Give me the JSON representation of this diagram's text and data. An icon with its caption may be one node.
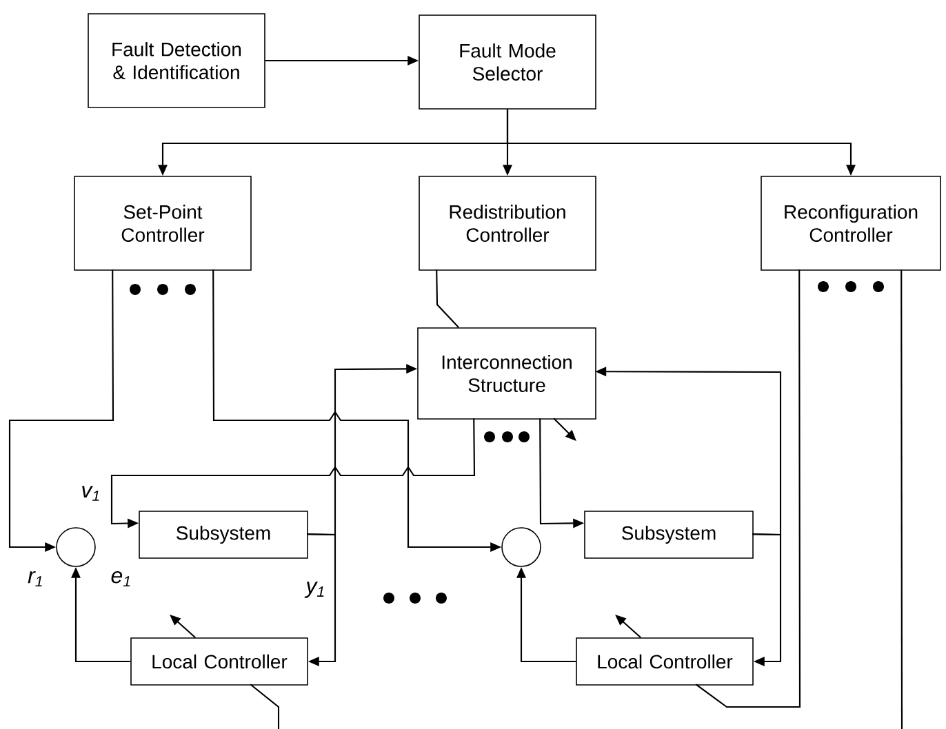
{
  "diagram": {
    "nodes": [
      {
        "text": [
          "Fault Detection & Identification"
        ]
      },
      {
        "text": [
          "Fault Mode Selector"
        ]
      },
      {
        "text": [
          "Set-Point Controller"
        ]
      },
      {
        "text": [
          "Redistribution Controller"
        ]
      },
      {
        "text": [
          "Reconfiguration Controller"
        ]
      },
      {
        "text": [
          "Interconnection Structure"
        ]
      },
      {
        "text": [],
        "shape": "circle"
      },
      {
        "text": [
          "Subsystem"
        ]
      },
      {
        "text": [
          "Local Controller"
        ]
      },
      {
        "text": [],
        "shape": "circle"
      },
      {
        "text": [
          "Subsystem"
        ]
      },
      {
        "text": [
          "Local Controller"
        ]
      }
    ],
    "edges": [
      {
        "from": 0,
        "to": 1,
        "arrow": "to"
      },
      {
        "from": 1,
        "to": 2,
        "arrow": "to"
      },
      {
        "from": 1,
        "to": 3,
        "arrow": "to"
      },
      {
        "from": 1,
        "to": 4,
        "arrow": "to"
      },
      {
        "from": 2,
        "to": 6,
        "arrow": "to"
      },
      {
        "from": 2,
        "to": 9,
        "arrow": "to"
      },
      {
        "from": 3,
        "to": 5,
        "arrow": "none"
      },
      {
        "from": 5,
        "to": 7,
        "arrow": "to"
      },
      {
        "from": 5,
        "to": 10,
        "arrow": "to"
      },
      {
        "from": 7,
        "to": 5,
        "arrow": "to"
      },
      {
        "from": 7,
        "to": 8,
        "arrow": "to"
      },
      {
        "from": 10,
        "to": 5,
        "arrow": "to"
      },
      {
        "from": 10,
        "to": 11,
        "arrow": "to"
      },
      {
        "from": 8,
        "to": 6,
        "arrow": "to"
      },
      {
        "from": 11,
        "to": 9,
        "arrow": "to"
      },
      {
        "from": 4,
        "to": 11,
        "arrow": "none"
      },
      {
        "from": 4,
        "to": null,
        "arrow": "none"
      },
      {
        "from": 8,
        "to": null,
        "arrow": "none"
      },
      {
        "from": 8,
        "to": null,
        "arrow": "to"
      },
      {
        "from": 11,
        "to": null,
        "arrow": "to"
      },
      {
        "from": 5,
        "to": null,
        "arrow": "to"
      }
    ],
    "labels": [
      "v$_{1}$",
      "r$_{1}$",
      "e$_{1}$",
      "y$_{1}$"
    ]
  }
}
